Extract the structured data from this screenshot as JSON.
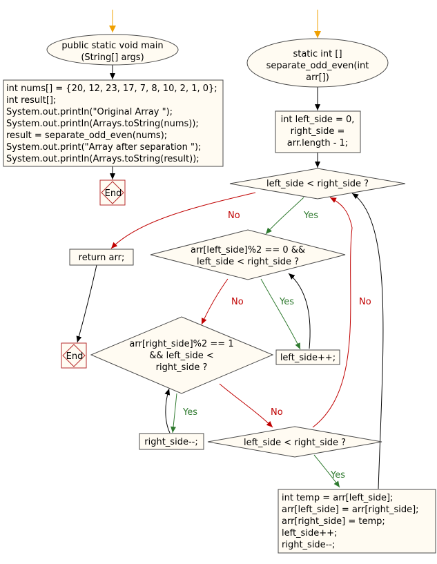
{
  "main_flow": {
    "start": [
      "public static void main",
      "(String[] args)"
    ],
    "body": [
      "int nums[] = {20, 12, 23, 17, 7, 8, 10, 2, 1, 0};",
      "int result[];",
      "System.out.println(\"Original Array \");",
      "System.out.println(Arrays.toString(nums));",
      "result = separate_odd_even(nums);",
      "System.out.print(\"Array after separation \");",
      "System.out.println(Arrays.toString(result));"
    ],
    "end": "End"
  },
  "method_flow": {
    "start": [
      "static int []",
      "separate_odd_even(int",
      "arr[])"
    ],
    "init": [
      "int left_side = 0,",
      "right_side =",
      "arr.length - 1;"
    ],
    "loop_condition": "left_side < right_side ?",
    "return": "return arr;",
    "end": "End",
    "left_condition": [
      "arr[left_side]%2 == 0 &&",
      "left_side < right_side ?"
    ],
    "left_increment": "left_side++;",
    "right_condition": [
      "arr[right_side]%2 == 1",
      "&& left_side <",
      "right_side ?"
    ],
    "right_decrement": "right_side--;",
    "swap_condition": "left_side < right_side ?",
    "swap_block": [
      "int temp = arr[left_side];",
      "arr[left_side] = arr[right_side];",
      "arr[right_side] = temp;",
      "left_side++;",
      "right_side--;"
    ]
  },
  "edge_labels": {
    "yes": "Yes",
    "no": "No"
  },
  "colors": {
    "yes_edge": "#2f7a2f",
    "no_edge": "#c00000",
    "start_arrow": "#f0a000",
    "node_fill": "#fffbf2",
    "end_border": "#b52a2a"
  }
}
